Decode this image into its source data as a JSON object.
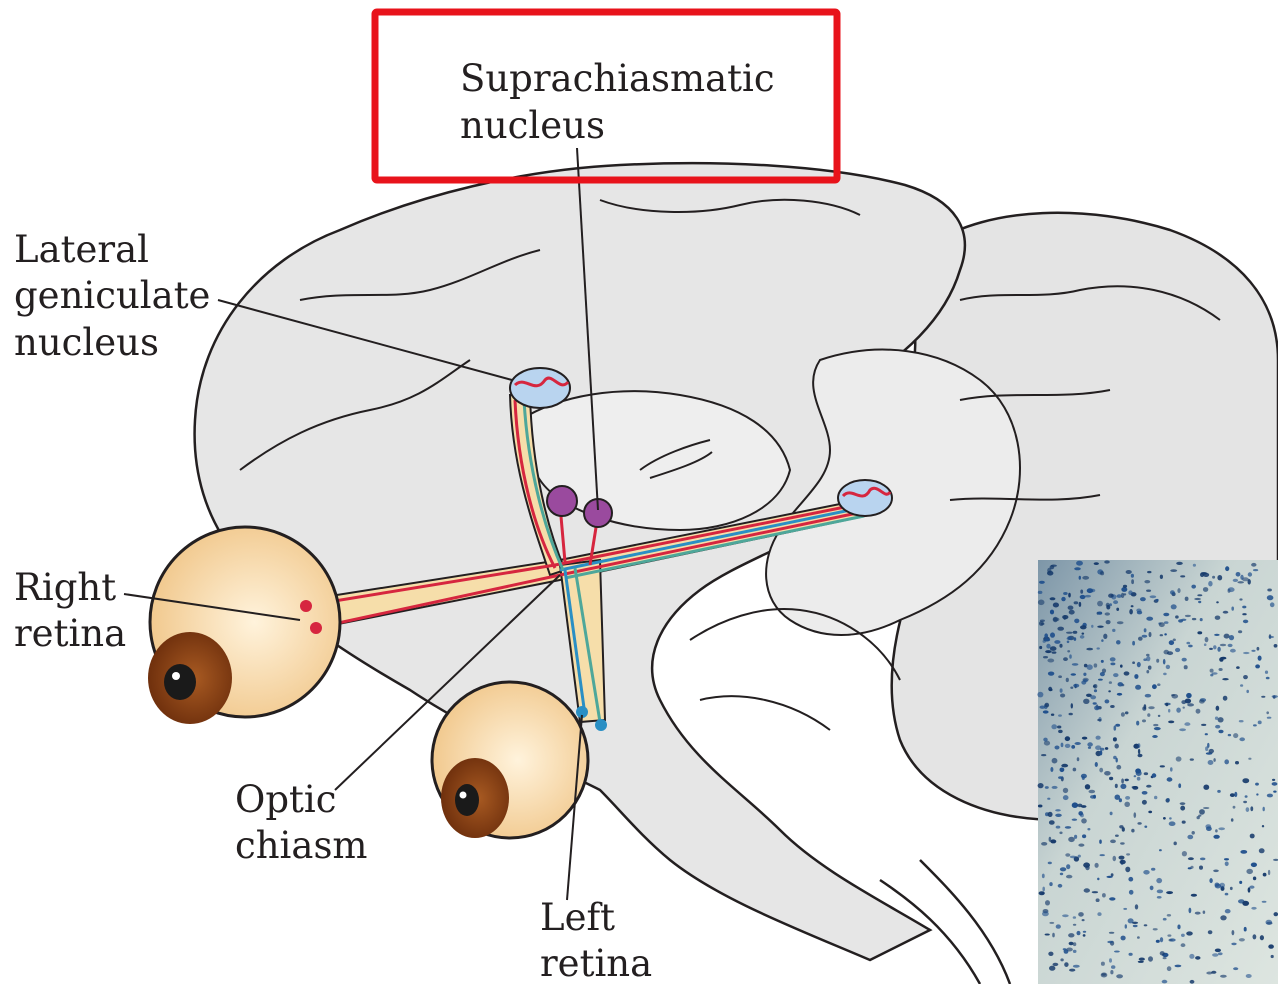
{
  "labels": {
    "scn_line1": "Suprachiasmatic",
    "scn_line2": "nucleus",
    "lgn_line1": "Lateral",
    "lgn_line2": "geniculate",
    "lgn_line3": "nucleus",
    "right_retina_line1": "Right",
    "right_retina_line2": "retina",
    "optic_chiasm_line1": "Optic",
    "optic_chiasm_line2": "chiasm",
    "left_retina_line1": "Left",
    "left_retina_line2": "retina"
  },
  "colors": {
    "highlight_box": "#e8131b",
    "brain_fill": "#e6e6e6",
    "brain_inner": "#d2d2d2",
    "tract_fill": "#f6deaa",
    "fiber_red": "#d6263f",
    "fiber_blue": "#2a8fc4",
    "fiber_teal": "#4ea79a",
    "iris": "#8a3f12",
    "eyeball": "#f7d9a8",
    "nucleus": "#9a4a9e",
    "micrograph_stain": "#1f4f8c"
  }
}
